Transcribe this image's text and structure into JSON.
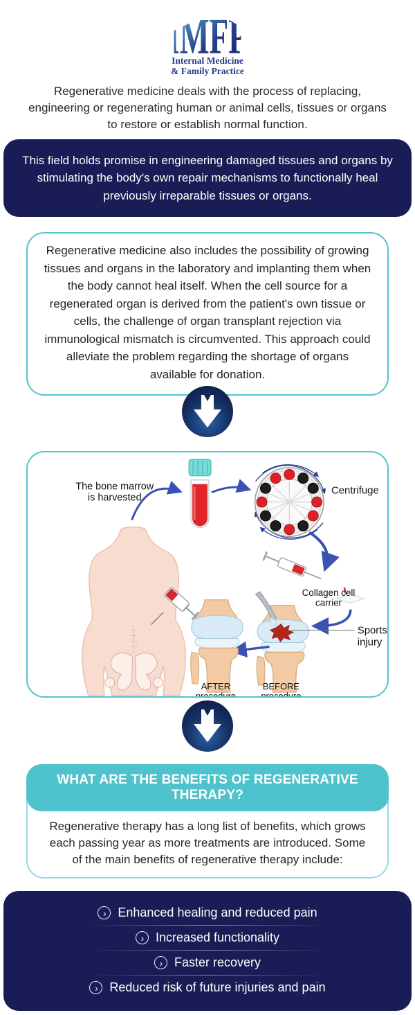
{
  "colors": {
    "navy": "#191c55",
    "teal": "#4ec2cd",
    "teal_border": "#55c3ce",
    "arrow_blue": "#3b52b5",
    "blood_red": "#e02529",
    "logo_navy": "#2a3b8c"
  },
  "logo": {
    "acronym": "IMFP",
    "line1": "Internal Medicine",
    "line2": "& Family Practice"
  },
  "intro": {
    "text": "Regenerative medicine deals with the process of replacing, engineering or regenerating human or animal cells, tissues or organs to restore or establish normal function."
  },
  "promise_box": {
    "text": "This field holds promise in engineering damaged tissues and organs by stimulating the body's own repair mechanisms to functionally heal previously irreparable tissues or organs."
  },
  "possibility_box": {
    "text": "Regenerative medicine also includes the possibility of growing tissues and organs in the laboratory and implanting them when the body cannot heal itself. When the cell source for a regenerated organ is derived from the patient's own tissue or cells, the challenge of organ transplant rejection via immunological mismatch is circumvented. This approach could alleviate the problem regarding the shortage of organs available for donation."
  },
  "illustration": {
    "labels": {
      "bone_marrow_1": "The bone marrow",
      "bone_marrow_2": "is harvested",
      "centrifuge": "Centrifuge",
      "collagen_1": "Collagen cell",
      "collagen_2": "carrier",
      "sports_1": "Sports",
      "sports_2": "injury",
      "after_1": "AFTER",
      "after_2": "procedure",
      "before_1": "BEFORE",
      "before_2": "procedure"
    }
  },
  "benefits": {
    "heading": "WHAT ARE THE BENEFITS OF REGENERATIVE THERAPY?",
    "intro": "Regenerative therapy has a long list of benefits, which grows each passing year as more treatments are introduced. Some of the main benefits of regenerative therapy include:",
    "items": [
      "Enhanced healing and reduced pain",
      "Increased functionality",
      "Faster recovery",
      "Reduced risk of future injuries and pain"
    ],
    "bullet_glyph": "›"
  }
}
